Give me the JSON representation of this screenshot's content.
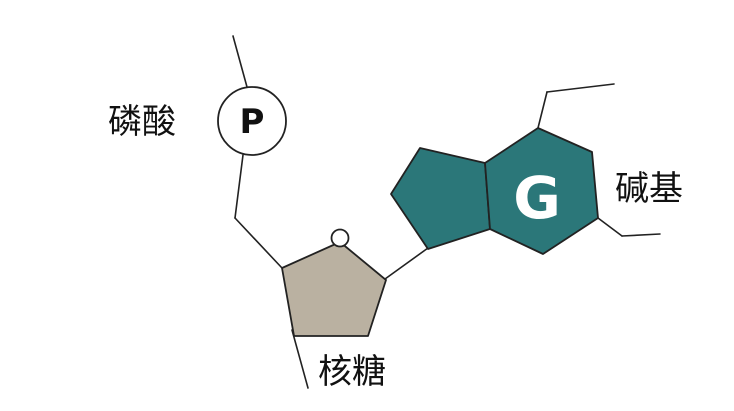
{
  "labels": {
    "phosphate": "磷酸",
    "sugar": "核糖",
    "base": "碱基"
  },
  "symbols": {
    "phosphate": "P",
    "base": "G"
  },
  "colors": {
    "background": "#ffffff",
    "line": "#222222",
    "sugar_fill": "#bab1a1",
    "base_fill": "#2b7779",
    "phosphate_fill": "#ffffff",
    "text": "#111111",
    "base_symbol": "#ffffff"
  }
}
